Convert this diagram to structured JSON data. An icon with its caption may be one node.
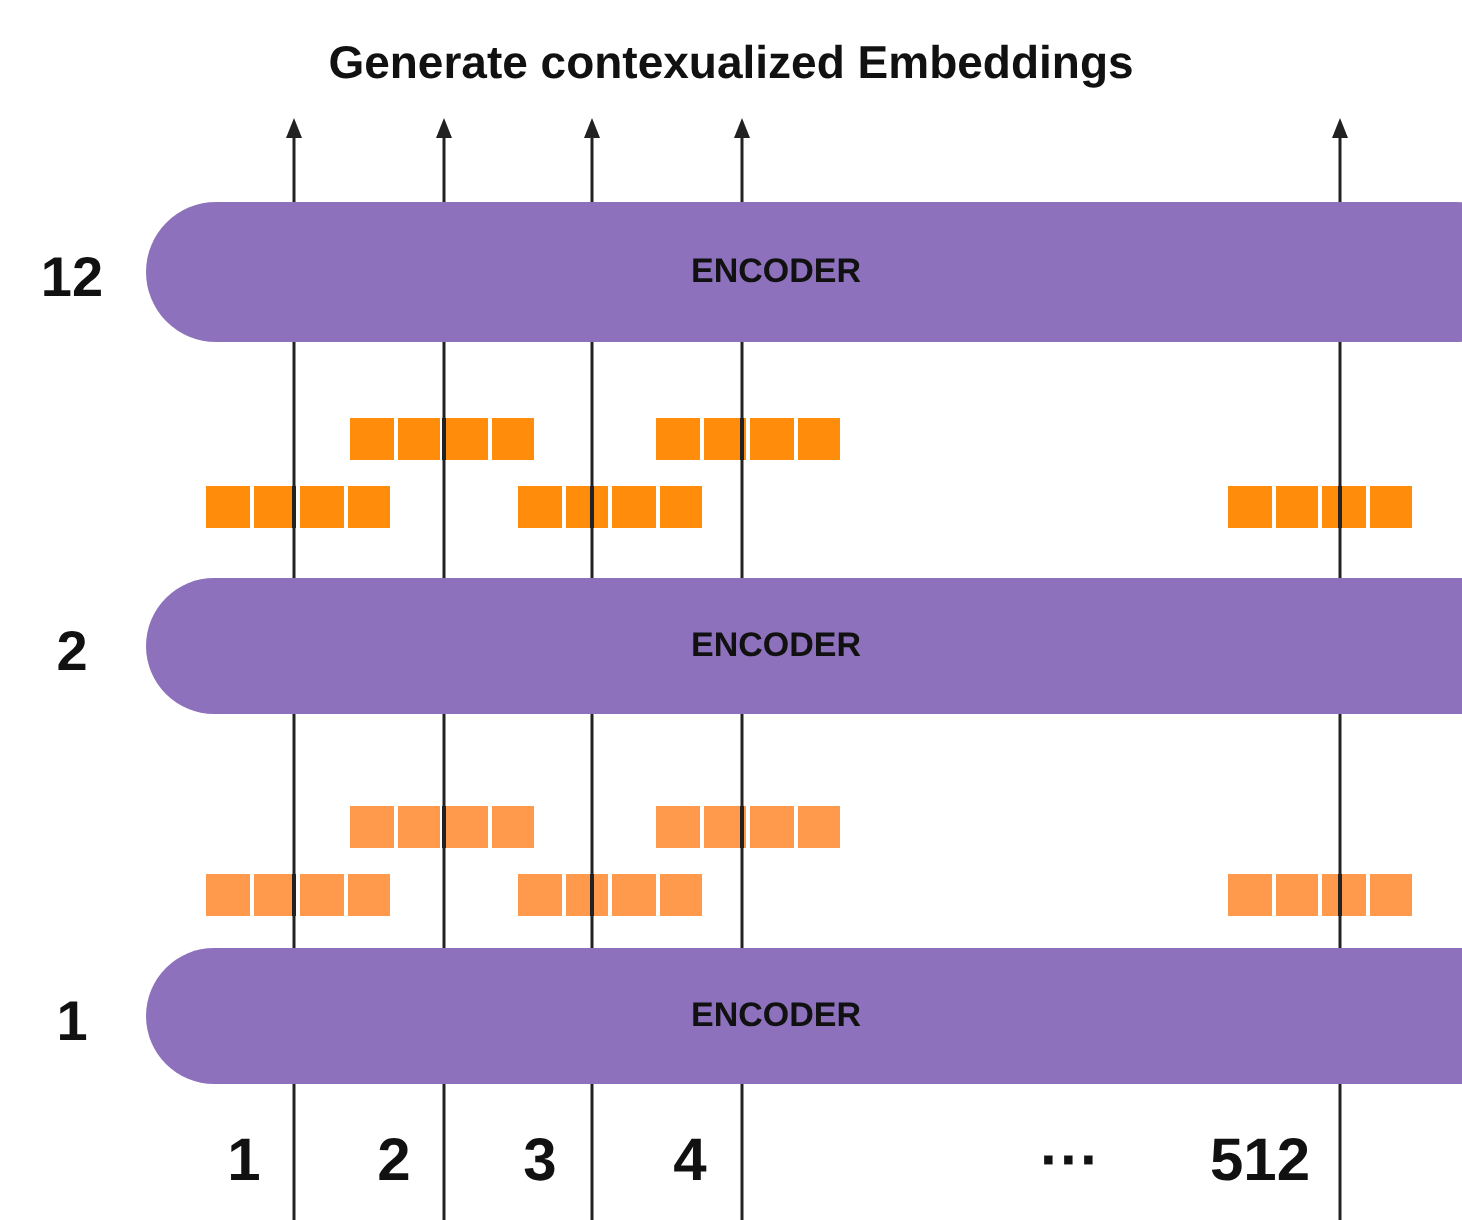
{
  "diagram": {
    "title": "Generate contexualized Embeddings",
    "nodes": [
      {
        "text": [
          "ENCODER"
        ],
        "beside": [
          "12"
        ]
      },
      {
        "text": [],
        "shape": "bar"
      },
      {
        "text": [],
        "shape": "bar"
      },
      {
        "text": [],
        "shape": "bar"
      },
      {
        "text": [],
        "shape": "bar"
      },
      {
        "text": [],
        "shape": "bar"
      },
      {
        "text": [
          "ENCODER"
        ],
        "beside": [
          "2"
        ]
      },
      {
        "text": [],
        "shape": "bar"
      },
      {
        "text": [],
        "shape": "bar"
      },
      {
        "text": [],
        "shape": "bar"
      },
      {
        "text": [],
        "shape": "bar"
      },
      {
        "text": [],
        "shape": "bar"
      },
      {
        "text": [
          "ENCODER"
        ],
        "beside": [
          "1"
        ]
      }
    ],
    "edges": [
      {
        "from": null,
        "to": 12,
        "arrow": "none"
      },
      {
        "from": 12,
        "to": 9,
        "arrow": "none"
      },
      {
        "from": 9,
        "to": 6,
        "arrow": "none"
      },
      {
        "from": 6,
        "to": 3,
        "arrow": "none"
      },
      {
        "from": 3,
        "to": 0,
        "arrow": "none"
      },
      {
        "from": 0,
        "to": null,
        "arrow": "to"
      },
      {
        "from": null,
        "to": 12,
        "arrow": "none"
      },
      {
        "from": 12,
        "to": 7,
        "arrow": "none"
      },
      {
        "from": 7,
        "to": 6,
        "arrow": "none"
      },
      {
        "from": 6,
        "to": 1,
        "arrow": "none"
      },
      {
        "from": 1,
        "to": 0,
        "arrow": "none"
      },
      {
        "from": 0,
        "to": null,
        "arrow": "to"
      },
      {
        "from": null,
        "to": 12,
        "arrow": "none"
      },
      {
        "from": 12,
        "to": 10,
        "arrow": "none"
      },
      {
        "from": 10,
        "to": 6,
        "arrow": "none"
      },
      {
        "from": 6,
        "to": 4,
        "arrow": "none"
      },
      {
        "from": 4,
        "to": 0,
        "arrow": "none"
      },
      {
        "from": 0,
        "to": null,
        "arrow": "to"
      },
      {
        "from": null,
        "to": 12,
        "arrow": "none"
      },
      {
        "from": 12,
        "to": 8,
        "arrow": "none"
      },
      {
        "from": 8,
        "to": 6,
        "arrow": "none"
      },
      {
        "from": 6,
        "to": 2,
        "arrow": "none"
      },
      {
        "from": 2,
        "to": 0,
        "arrow": "none"
      },
      {
        "from": 0,
        "to": null,
        "arrow": "to"
      },
      {
        "from": null,
        "to": 12,
        "arrow": "none"
      },
      {
        "from": 12,
        "to": 11,
        "arrow": "none"
      },
      {
        "from": 11,
        "to": 6,
        "arrow": "none"
      },
      {
        "from": 6,
        "to": 5,
        "arrow": "none"
      },
      {
        "from": 5,
        "to": 0,
        "arrow": "none"
      },
      {
        "from": 0,
        "to": null,
        "arrow": "to"
      }
    ],
    "labels": [
      "1",
      "2",
      "3",
      "4",
      "···",
      "512"
    ]
  }
}
